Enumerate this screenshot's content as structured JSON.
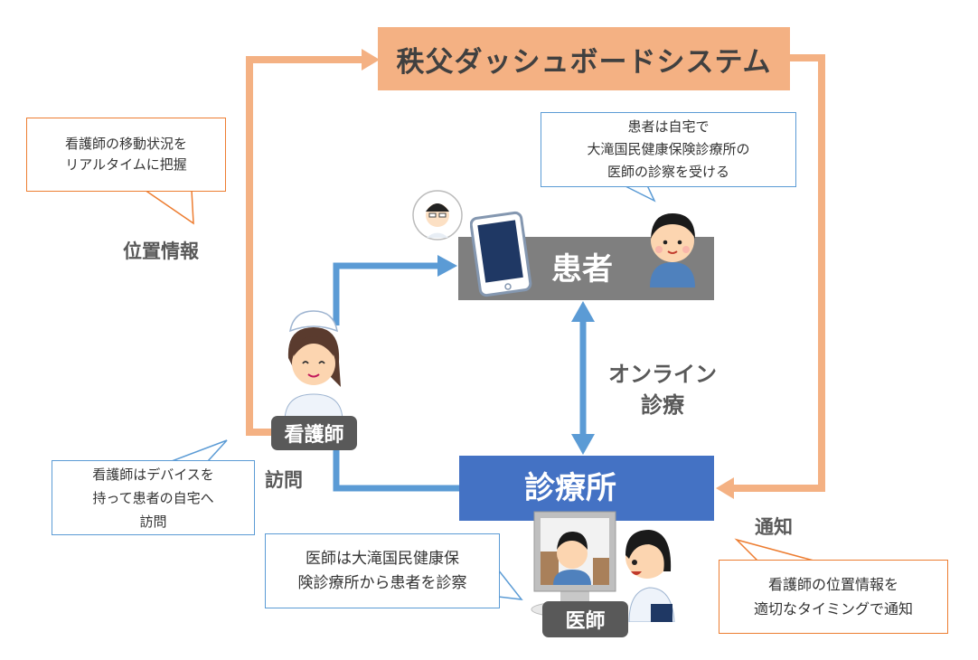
{
  "title": "秩父ダッシュボードシステム",
  "nodes": {
    "patient": "患者",
    "clinic": "診療所",
    "nurse": "看護師",
    "doctor": "医師"
  },
  "edge_labels": {
    "location": "位置情報",
    "online": [
      "オンライン",
      "診療"
    ],
    "visit": "訪問",
    "notify": "通知"
  },
  "callouts": {
    "nurse_tracking": [
      "看護師の移動状況を",
      "リアルタイムに把握"
    ],
    "patient_home": [
      "患者は自宅で",
      "大滝国民健康保険診療所の",
      "医師の診察を受ける"
    ],
    "nurse_visit": [
      "看護師はデバイスを",
      "持って患者の自宅へ",
      "訪問"
    ],
    "doctor_exam": [
      "医師は大滝国民健康保",
      "険診療所から患者を診察"
    ],
    "notify_timing": [
      "看護師の位置情報を",
      "適切なタイミングで通知"
    ]
  },
  "colors": {
    "orange_arrow": "#f4b183",
    "blue_arrow": "#5b9bd5",
    "clinic": "#4472c4",
    "patient": "#7f7f7f",
    "tag": "#595959"
  }
}
